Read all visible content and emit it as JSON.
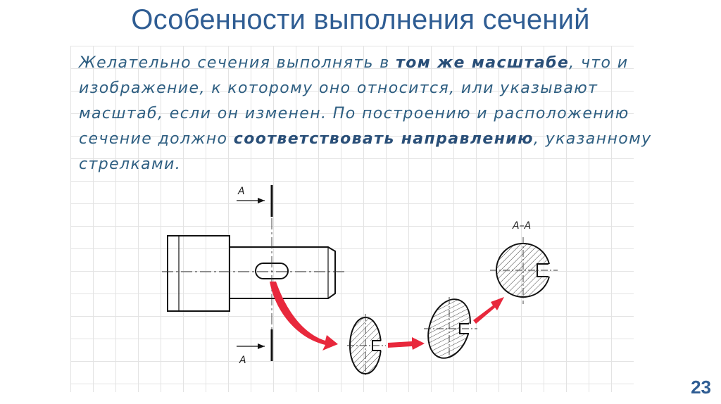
{
  "slide": {
    "title": "Особенности выполнения сечений",
    "page_number": "23"
  },
  "text": {
    "l1_a": "Желательно сечения выполнять в ",
    "l1_b": "том же масштабе",
    "l1_c": ", что и",
    "l2": "изображение, к которому оно относится, или указывают",
    "l3": "масштаб, если он изменен. По построению и расположению",
    "l4_a": "сечение должно ",
    "l4_b": "соответствовать направлению",
    "l4_c": ", указанному",
    "l5": "стрелками."
  },
  "drawing": {
    "label_top": "А",
    "label_bottom": "А",
    "section_label": "А–А",
    "arrow_color": "#e8283c",
    "line_color": "#111111"
  }
}
